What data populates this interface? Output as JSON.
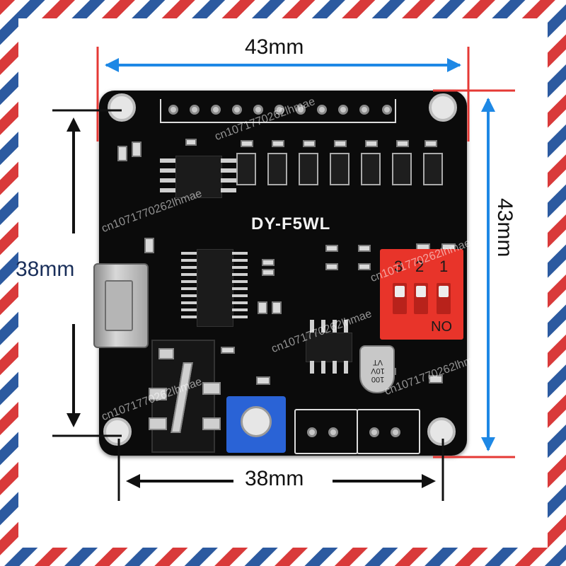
{
  "image": {
    "dimensions": {
      "top": "43mm",
      "right": "43mm",
      "left": "38mm",
      "bottom": "38mm"
    },
    "board": {
      "model_label": "DY-F5WL"
    },
    "dip_switch": {
      "numbers": [
        "3",
        "2",
        "1"
      ],
      "on_label": "ON",
      "color": "#e8342a"
    },
    "capacitor": {
      "text": "100 10V VT"
    },
    "watermarks": [
      "cn1071770262lhmae",
      "cn1071770262lhmae",
      "cn1071770262lhmae",
      "cn1071770262lhmae",
      "cn1071770262lhmae",
      "cn1071770262lhmae"
    ],
    "colors": {
      "dimension_blue": "#1e88e5",
      "dimension_black": "#111111",
      "marker_red": "#e53935",
      "pcb": "#0b0b0b",
      "potentiometer": "#2a63d6"
    }
  }
}
